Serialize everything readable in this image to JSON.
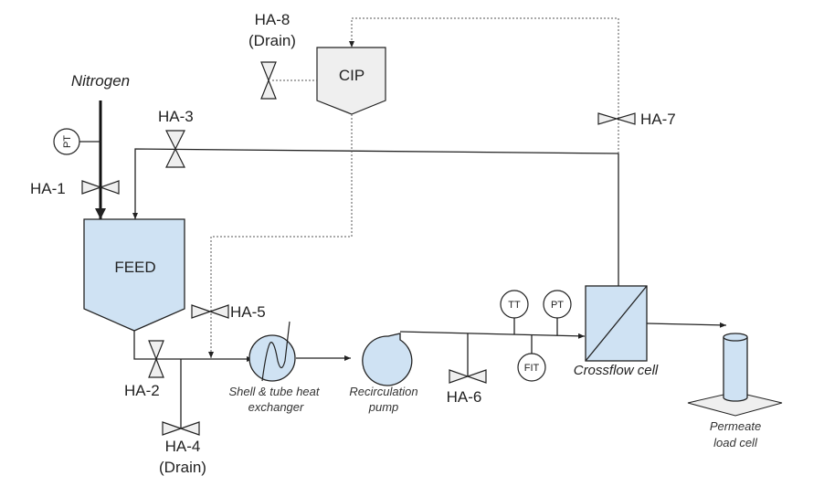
{
  "colors": {
    "vessel_fill": "#cfe2f3",
    "valve_fill": "#efefef",
    "cip_fill": "#efefef"
  },
  "labels": {
    "nitrogen": "Nitrogen",
    "feed": "FEED",
    "cip": "CIP",
    "ha1": "HA-1",
    "ha2": "HA-2",
    "ha3": "HA-3",
    "ha4": "HA-4",
    "ha4_sub": "(Drain)",
    "ha5": "HA-5",
    "ha6": "HA-6",
    "ha7": "HA-7",
    "ha8": "HA-8",
    "ha8_sub": "(Drain)",
    "hx_line1": "Shell & tube heat",
    "hx_line2": "exchanger",
    "pump_line1": "Recirculation",
    "pump_line2": "pump",
    "crossflow": "Crossflow cell",
    "permeate_line1": "Permeate",
    "permeate_line2": "load cell",
    "pt_nitrogen": "PT",
    "tt": "TT",
    "pt": "PT",
    "fit": "FIT"
  }
}
